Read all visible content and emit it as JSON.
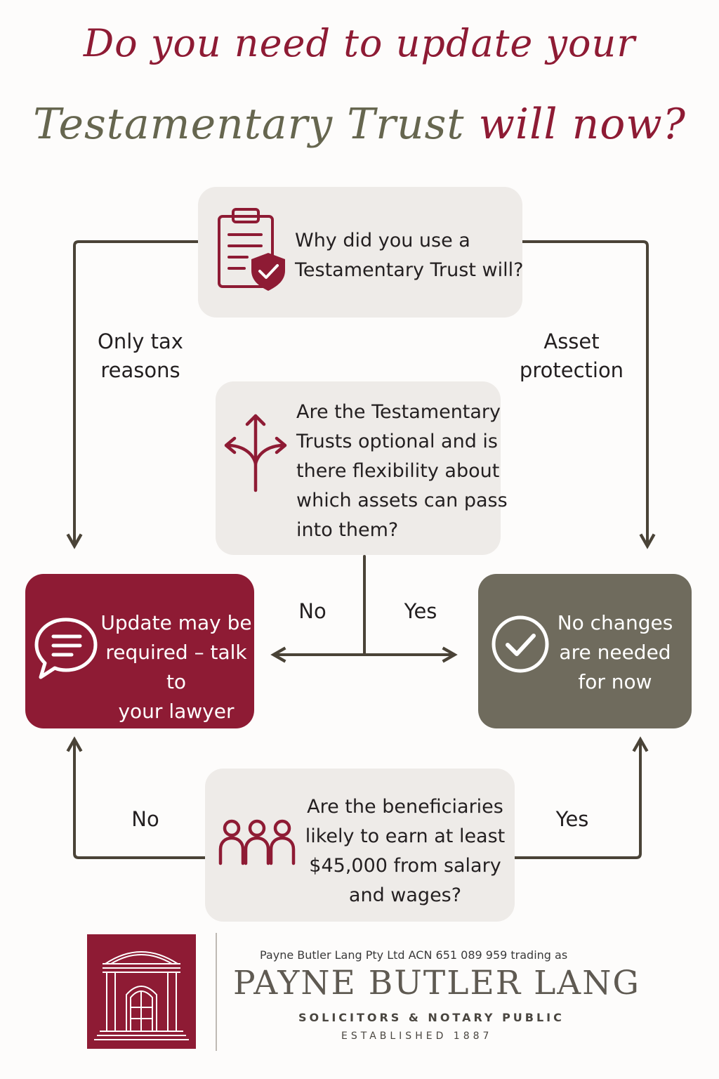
{
  "title": {
    "line1": "Do you need to update your",
    "line2_part1": "Testamentary Trust",
    "line2_part2": "will now?"
  },
  "question1": {
    "text_line1": "Why did you use a",
    "text_line2": "Testamentary Trust will?",
    "icon": "clipboard-shield-icon"
  },
  "branches": {
    "left_line1": "Only tax",
    "left_line2": "reasons",
    "right_line1": "Asset",
    "right_line2": "protection"
  },
  "question2": {
    "lines": [
      "Are the Testamentary",
      "Trusts optional and is",
      "there flexibility about",
      "which assets can pass",
      "into them?"
    ],
    "no_label": "No",
    "yes_label": "Yes",
    "icon": "split-arrows-icon"
  },
  "result_update": {
    "lines": [
      "Update may be",
      "required – talk to",
      "your lawyer"
    ],
    "icon": "chat-bubble-icon",
    "color": "#8e1b34"
  },
  "result_no_change": {
    "lines": [
      "No changes",
      "are needed",
      "for now"
    ],
    "icon": "check-circle-icon",
    "color": "#6f6b5d"
  },
  "question3": {
    "lines": [
      "Are the beneficiaries",
      "likely to earn at least",
      "$45,000 from salary",
      "and wages?"
    ],
    "no_label": "No",
    "yes_label": "Yes",
    "icon": "people-icon"
  },
  "footer": {
    "tagline": "Payne Butler Lang Pty Ltd ACN 651 089 959 trading as",
    "brand": "PAYNE BUTLER LANG",
    "subtitle": "SOLICITORS & NOTARY PUBLIC",
    "established": "ESTABLISHED 1887",
    "logo_icon": "building-door-logo-icon"
  }
}
